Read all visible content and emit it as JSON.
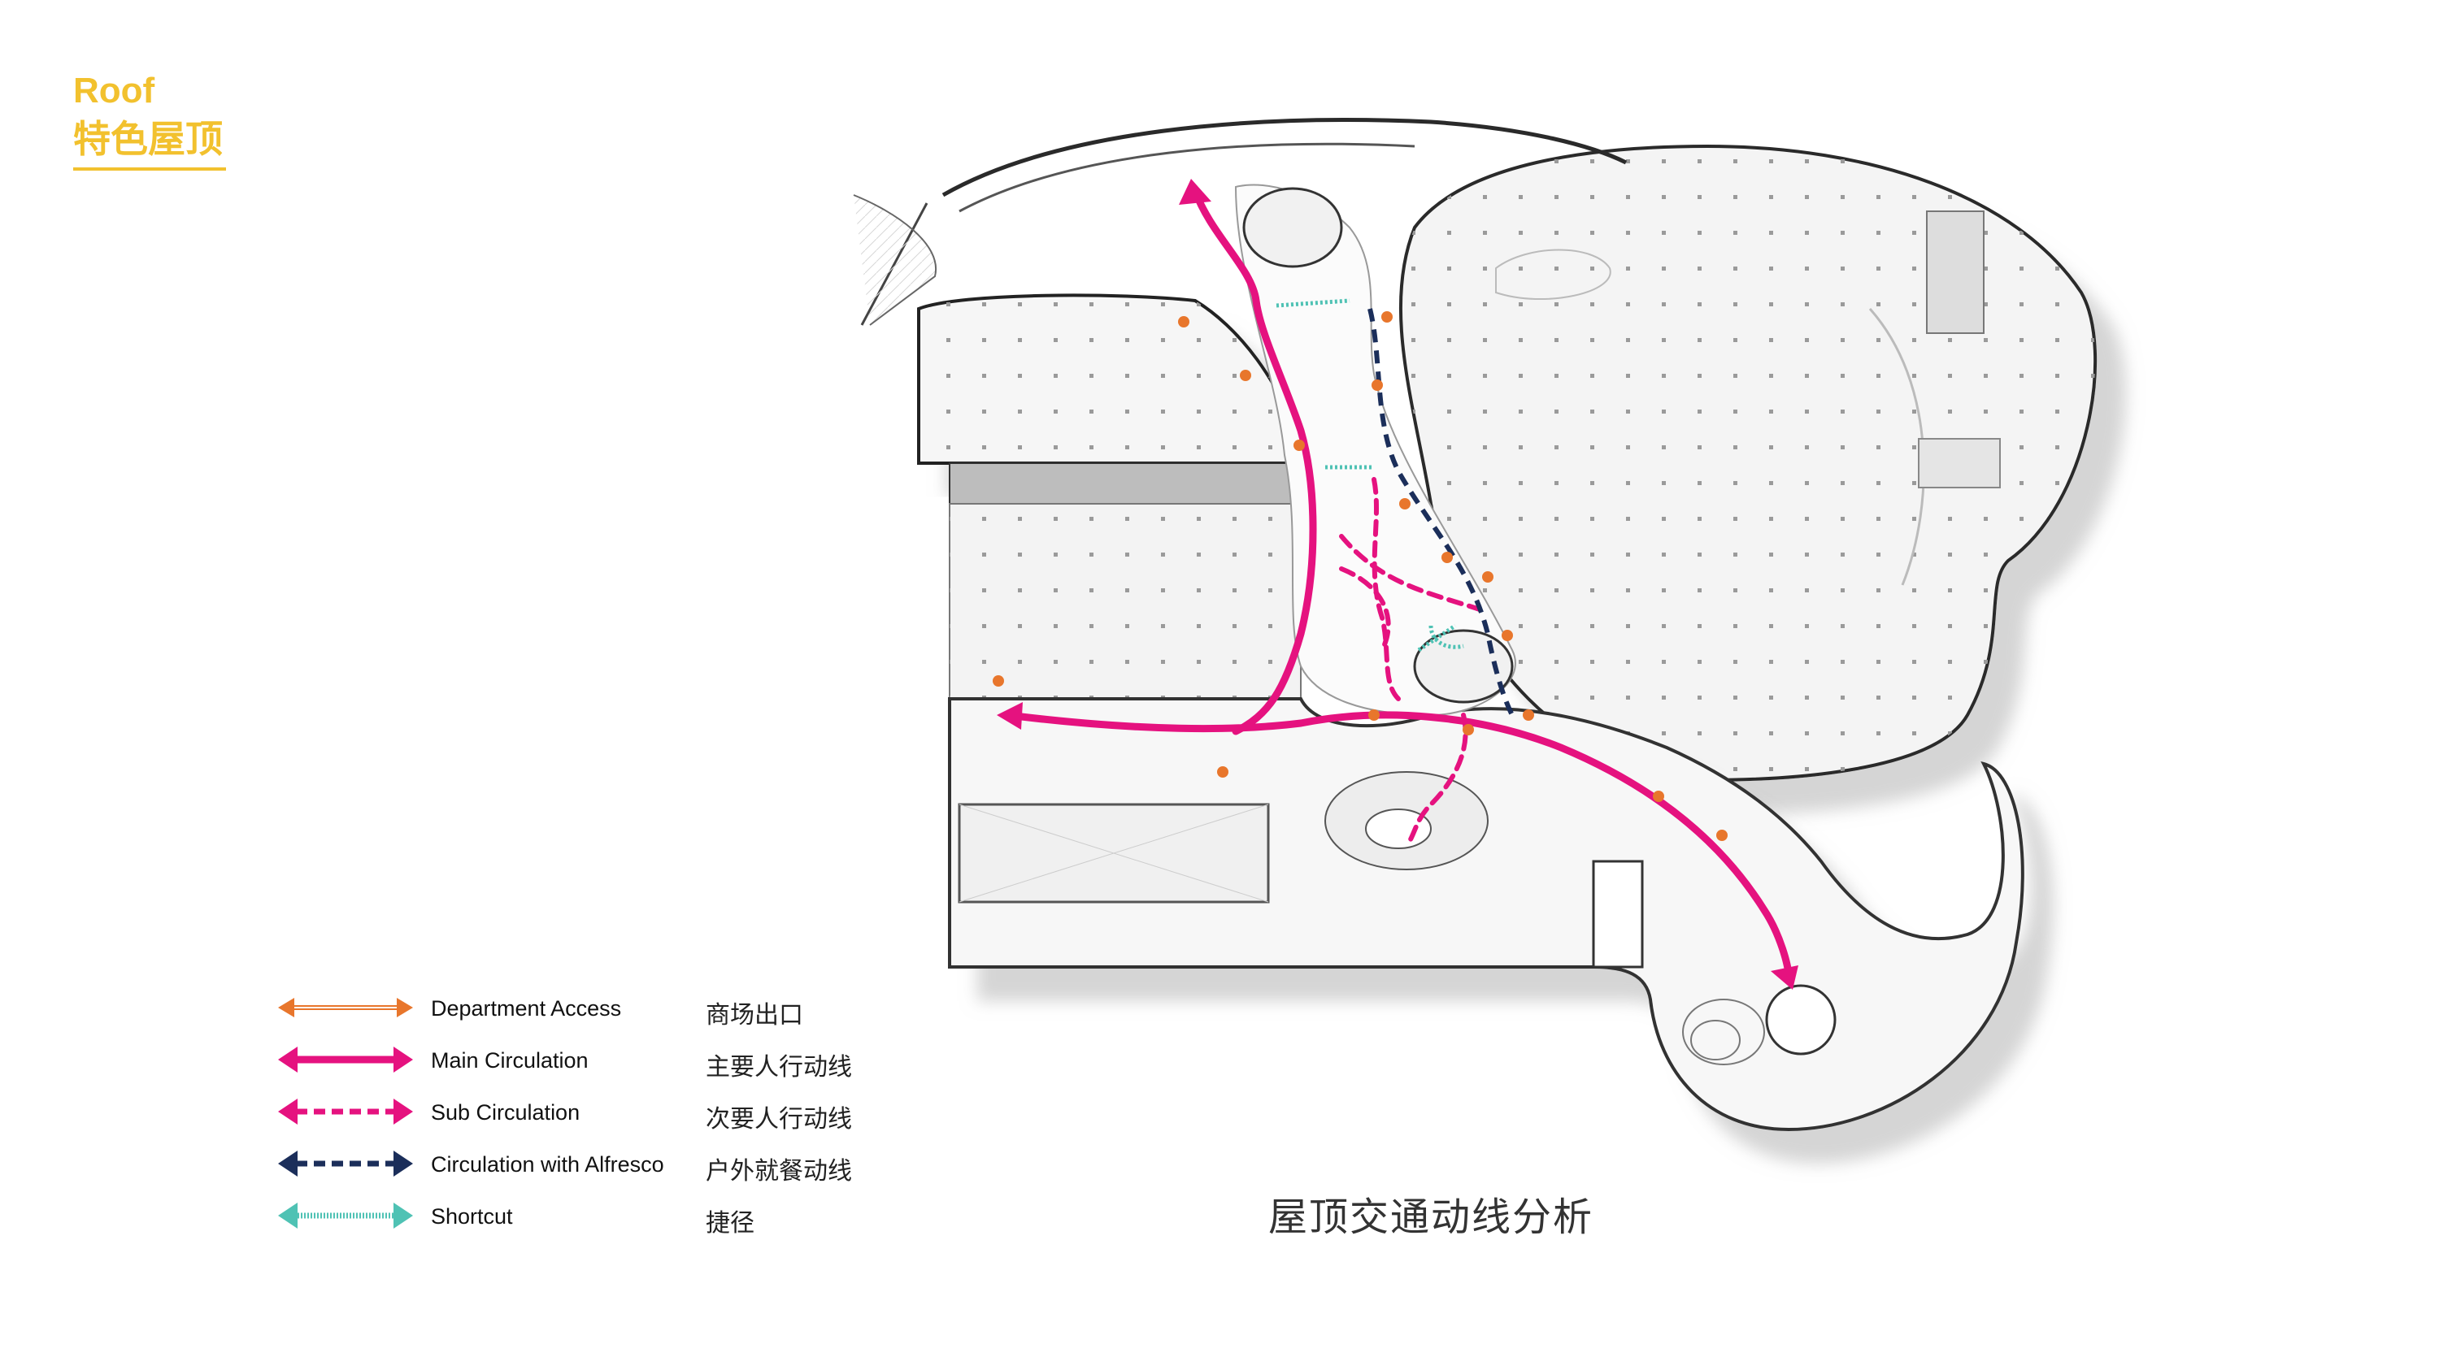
{
  "heading": {
    "en": "Roof",
    "zh": "特色屋顶"
  },
  "caption": "屋顶交通动线分析",
  "legend": [
    {
      "en": "Department Access",
      "zh": "商场出口",
      "color": "#e8762c",
      "style": "double-thin"
    },
    {
      "en": "Main Circulation",
      "zh": "主要人行动线",
      "color": "#e5127f",
      "style": "solid"
    },
    {
      "en": "Sub Circulation",
      "zh": "次要人行动线",
      "color": "#e5127f",
      "style": "dashed"
    },
    {
      "en": "Circulation with Alfresco",
      "zh": "户外就餐动线",
      "color": "#1b2e5a",
      "style": "dashed"
    },
    {
      "en": "Shortcut",
      "zh": "捷径",
      "color": "#4fc2b4",
      "style": "hatched"
    }
  ],
  "colors": {
    "accent": "#f2c12e",
    "department_access": "#e8762c",
    "main_circulation": "#e5127f",
    "sub_circulation": "#e5127f",
    "alfresco": "#1b2e5a",
    "shortcut": "#4fc2b4"
  }
}
